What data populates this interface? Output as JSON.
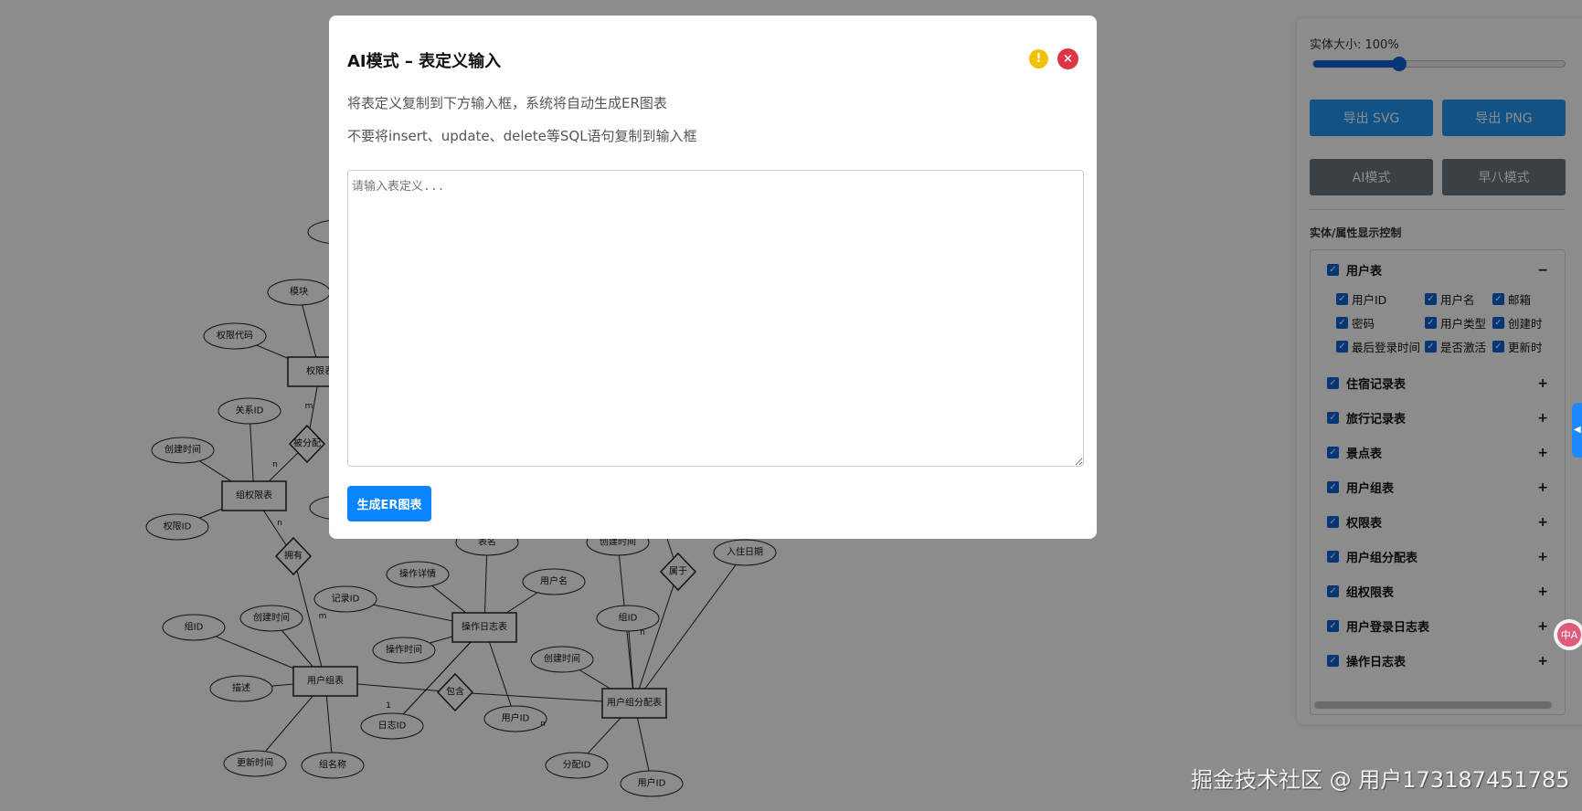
{
  "er_diagram": {
    "entities": [
      "权限表",
      "组权限表",
      "用户组表",
      "操作日志表",
      "用户组分配表"
    ],
    "relationships": [
      "被分配",
      "拥有",
      "包含",
      "属于"
    ],
    "attributes": [
      "模块",
      "权限代码",
      "关系ID",
      "创建时间",
      "权限ID",
      "组ID",
      "创建时间",
      "描述",
      "更新时间",
      "组名称",
      "记录ID",
      "操作详情",
      "表名",
      "用户名",
      "操作时间",
      "日志ID",
      "用户ID",
      "创建时间",
      "入住日期",
      "组ID",
      "创建时间",
      "分配ID",
      "用户ID"
    ],
    "cardinalities": [
      "m",
      "n",
      "n",
      "m",
      "1",
      "n",
      "n"
    ]
  },
  "panel": {
    "size_label": "实体大小: 100%",
    "size_percent": 100,
    "slider_fraction": 0.34,
    "export_svg": "导出 SVG",
    "export_png": "导出 PNG",
    "ai_mode": "AI模式",
    "early_mode": "早八模式",
    "control_title": "实体/属性显示控制",
    "entities": [
      {
        "label": "用户表",
        "checked": true,
        "expanded": true,
        "toggle": "−",
        "attributes": [
          "用户ID",
          "用户名",
          "邮箱",
          "密码",
          "用户类型",
          "创建时",
          "最后登录时间",
          "是否激活",
          "更新时"
        ]
      },
      {
        "label": "住宿记录表",
        "checked": true,
        "toggle": "+"
      },
      {
        "label": "旅行记录表",
        "checked": true,
        "toggle": "+"
      },
      {
        "label": "景点表",
        "checked": true,
        "toggle": "+"
      },
      {
        "label": "用户组表",
        "checked": true,
        "toggle": "+"
      },
      {
        "label": "权限表",
        "checked": true,
        "toggle": "+"
      },
      {
        "label": "用户组分配表",
        "checked": true,
        "toggle": "+"
      },
      {
        "label": "组权限表",
        "checked": true,
        "toggle": "+"
      },
      {
        "label": "用户登录日志表",
        "checked": true,
        "toggle": "+"
      },
      {
        "label": "操作日志表",
        "checked": true,
        "toggle": "+"
      }
    ]
  },
  "modal": {
    "title": "AI模式 – 表定义输入",
    "warn_icon": "!",
    "close_icon": "×",
    "line1": "将表定义复制到下方输入框，系统将自动生成ER图表",
    "line2": "不要将insert、update、delete等SQL语句复制到输入框",
    "placeholder": "请输入表定义...",
    "value": "",
    "generate": "生成ER图表"
  },
  "edge_tab_icon": "◀",
  "translate_icon": "中A",
  "watermark": "掘金技术社区 @ 用户173187451785",
  "colors": {
    "primary": "#0a84ff",
    "export": "#2196f3",
    "secondary": "#6c757d",
    "danger": "#dc3545",
    "warning": "#f5c000"
  }
}
